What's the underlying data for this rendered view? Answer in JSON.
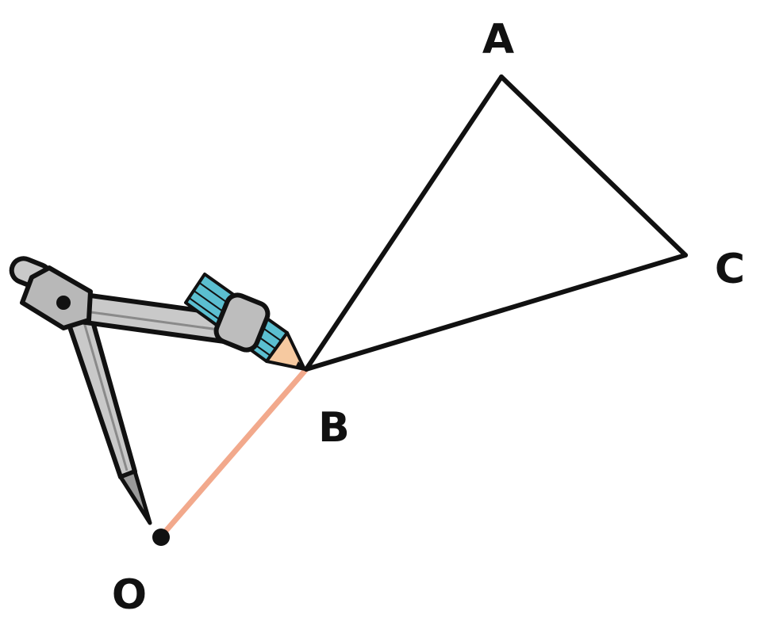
{
  "labels": {
    "a": "A",
    "b": "B",
    "c": "C",
    "o": "O"
  },
  "icons": {
    "tool": "compass-icon",
    "pencil": "pencil-icon"
  },
  "colors": {
    "stroke": "#111111",
    "radius_line": "#f2a98c",
    "compass_metal": "#c9c9c9",
    "compass_dark": "#8a8a8a",
    "pencil_body": "#5bbfd0",
    "pencil_wood": "#f6c9a0",
    "point_fill": "#111111"
  }
}
